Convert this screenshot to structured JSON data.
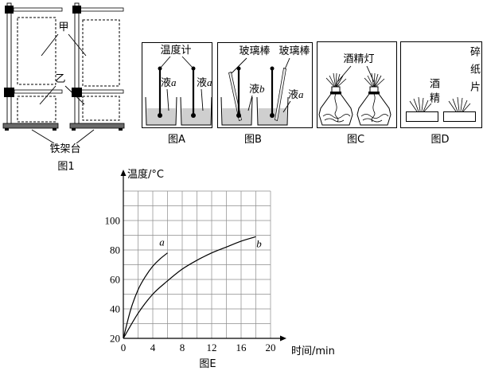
{
  "figure1": {
    "label_jia": "甲",
    "label_yi": "乙",
    "label_stand": "铁架台",
    "caption": "图1"
  },
  "figureA": {
    "label_thermometer": "温度计",
    "liquid_left": {
      "text": "液",
      "var": "a"
    },
    "liquid_right": {
      "text": "液",
      "var": "a"
    },
    "caption": "图A"
  },
  "figureB": {
    "label_rod_left": "玻璃棒",
    "label_rod_right": "玻璃棒",
    "liquid_left": {
      "text": "液",
      "var": "b"
    },
    "liquid_right": {
      "text": "液",
      "var": "a"
    },
    "caption": "图B"
  },
  "figureC": {
    "label_lamp": "酒精灯",
    "caption": "图C"
  },
  "figureD": {
    "label_alcohol": "酒精",
    "label_paper": "碎纸片",
    "caption": "图D"
  },
  "figureE": {
    "caption": "图E"
  },
  "chart_data": {
    "type": "line",
    "xlabel": "时间/min",
    "ylabel": "温度/°C",
    "xlim": [
      0,
      20
    ],
    "ylim": [
      20,
      120
    ],
    "xticks": [
      0,
      4,
      8,
      12,
      16,
      20
    ],
    "yticks": [
      20,
      40,
      60,
      80,
      100
    ],
    "grid": true,
    "series": [
      {
        "name": "a",
        "x": [
          0,
          1,
          2,
          3,
          4,
          5,
          6
        ],
        "y": [
          20,
          39.5,
          53,
          62,
          69,
          74,
          78
        ]
      },
      {
        "name": "b",
        "x": [
          0,
          2,
          4,
          6,
          8,
          10,
          12,
          14,
          16,
          18
        ],
        "y": [
          20,
          37,
          50,
          59,
          67,
          73,
          78,
          82,
          86,
          89
        ]
      }
    ]
  }
}
